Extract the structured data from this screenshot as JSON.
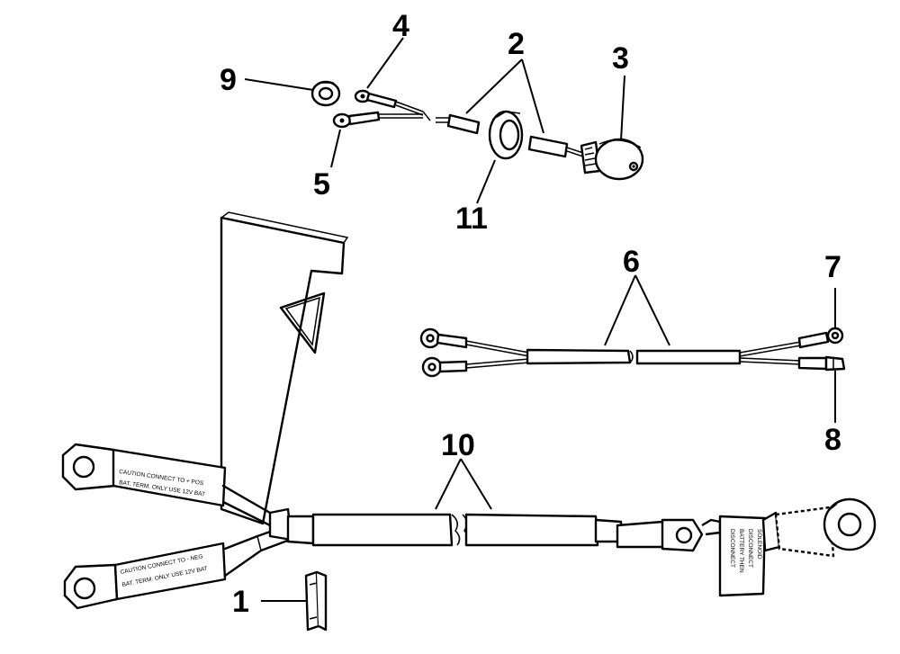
{
  "callouts": {
    "c1": "1",
    "c2": "2",
    "c3": "3",
    "c4": "4",
    "c5": "5",
    "c6": "6",
    "c7": "7",
    "c8": "8",
    "c9": "9",
    "c10": "10",
    "c11": "11"
  },
  "labels": {
    "positive_caution_line1": "CAUTION CONNECT TO + POS",
    "positive_caution_line2": "BAT. TERM. ONLY USE 12V BAT",
    "negative_caution_line1": "CAUTION CONNECT TO - NEG",
    "negative_caution_line2": "BAT. TERM. ONLY USE 12V BAT",
    "solenoid_tag_line1": "DISCONNECT",
    "solenoid_tag_line2": "BATTERY THEN",
    "solenoid_tag_line3": "DISCONNECT",
    "solenoid_tag_line4": "SOLENOID"
  },
  "colors": {
    "ink": "#000000",
    "paper": "#ffffff",
    "fill_gray": "#e6e6e6"
  }
}
